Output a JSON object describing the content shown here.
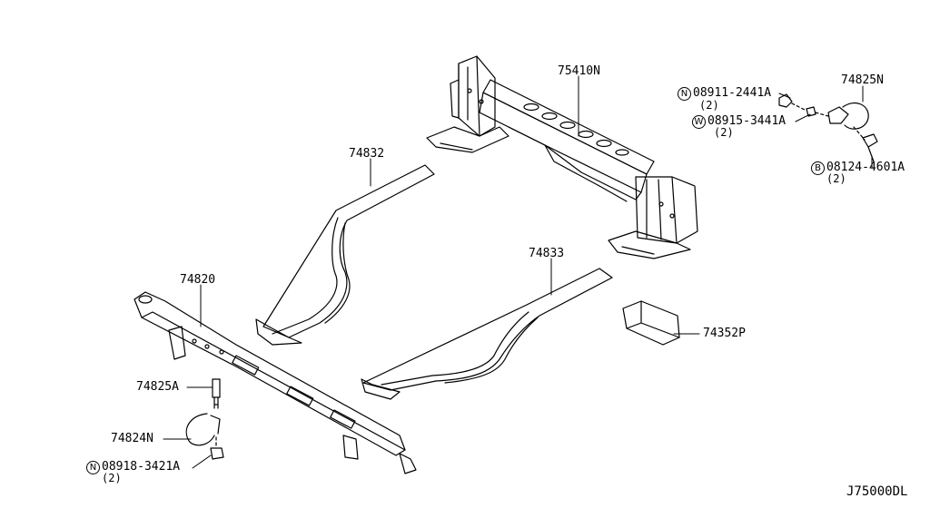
{
  "parts": [
    {
      "id": "75410N"
    },
    {
      "id": "74832"
    },
    {
      "id": "74833"
    },
    {
      "id": "74820"
    },
    {
      "id": "74352P"
    },
    {
      "id": "74825A"
    },
    {
      "id": "74824N"
    },
    {
      "id": "74825N"
    }
  ],
  "fasteners": [
    {
      "symbol": "N",
      "code": "08911-2441A",
      "qty": "(2)"
    },
    {
      "symbol": "W",
      "code": "08915-3441A",
      "qty": "(2)"
    },
    {
      "symbol": "B",
      "code": "08124-4601A",
      "qty": "(2)"
    },
    {
      "symbol": "N",
      "code": "08918-3421A",
      "qty": "(2)"
    }
  ],
  "diagram_code": "J75000DL"
}
